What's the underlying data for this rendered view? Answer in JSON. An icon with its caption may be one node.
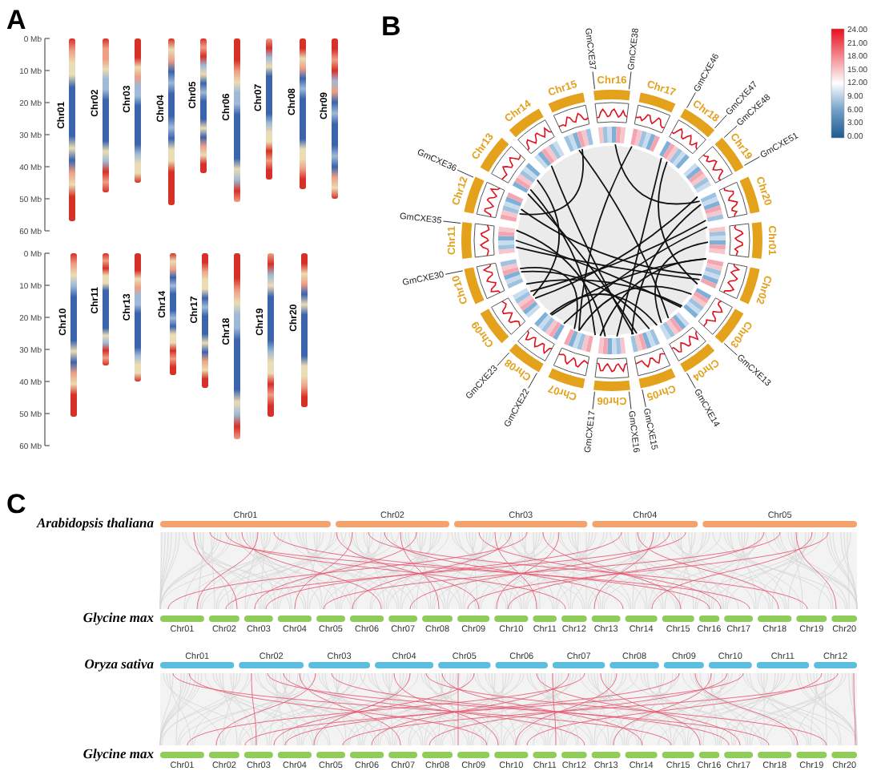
{
  "diagram": {
    "nodes": [
      {
        "text": [
          "Chr01"
        ]
      },
      {
        "text": [
          "Chr02"
        ]
      },
      {
        "text": [
          "Chr03"
        ]
      },
      {
        "text": [
          "Chr04"
        ]
      },
      {
        "text": [
          "Chr05"
        ]
      },
      {
        "text": [
          "Chr06"
        ]
      },
      {
        "text": [
          "Chr07"
        ]
      },
      {
        "text": [
          "Chr08"
        ]
      },
      {
        "text": [
          "Chr09"
        ]
      },
      {
        "text": [
          "Chr10"
        ]
      },
      {
        "text": [
          "Chr11"
        ]
      },
      {
        "text": [
          "Chr13"
        ]
      },
      {
        "text": [
          "Chr14"
        ]
      },
      {
        "text": [
          "Chr17"
        ]
      },
      {
        "text": [
          "Chr18"
        ]
      },
      {
        "text": [
          "Chr19"
        ]
      },
      {
        "text": [
          "Chr20"
        ]
      },
      {
        "text": [
          "Chr01"
        ]
      },
      {
        "text": [
          "Chr02"
        ]
      },
      {
        "text": [
          "Chr03"
        ]
      },
      {
        "text": [
          "Chr04"
        ]
      },
      {
        "text": [
          "Chr05"
        ]
      },
      {
        "text": [
          "Chr06"
        ]
      },
      {
        "text": [
          "Chr07"
        ]
      },
      {
        "text": [
          "Chr08"
        ]
      },
      {
        "text": [
          "Chr09"
        ]
      },
      {
        "text": [
          "Chr10"
        ]
      },
      {
        "text": [
          "Chr11"
        ]
      },
      {
        "text": [
          "Chr12"
        ]
      },
      {
        "text": [
          "Chr13"
        ]
      },
      {
        "text": [
          "Chr14"
        ]
      },
      {
        "text": [
          "Chr15"
        ]
      },
      {
        "text": [
          "Chr16"
        ]
      },
      {
        "text": [
          "Chr17"
        ]
      },
      {
        "text": [
          "Chr18"
        ]
      },
      {
        "text": [
          "Chr19"
        ]
      },
      {
        "text": [
          "Chr20"
        ]
      },
      {
        "text": [
          "GmCXE37"
        ]
      },
      {
        "text": [
          "GmCXE38"
        ]
      },
      {
        "text": [
          "GmCXE46"
        ]
      },
      {
        "text": [
          "GmCXE47"
        ]
      },
      {
        "text": [
          "GmCXE48"
        ]
      },
      {
        "text": [
          "GmCXE51"
        ]
      },
      {
        "text": [
          "GmCXE13"
        ]
      },
      {
        "text": [
          "GmCXE14"
        ]
      },
      {
        "text": [
          "GmCXE15"
        ]
      },
      {
        "text": [
          "GmCXE16"
        ]
      },
      {
        "text": [
          "GmCXE17"
        ]
      },
      {
        "text": [
          "GmCXE22"
        ]
      },
      {
        "text": [
          "GmCXE23"
        ]
      },
      {
        "text": [
          "GmCXE30"
        ]
      },
      {
        "text": [
          "GmCXE35"
        ]
      },
      {
        "text": [
          "GmCXE36"
        ]
      },
      {
        "text": [
          "Chr01"
        ]
      },
      {
        "text": [
          "Chr02"
        ]
      },
      {
        "text": [
          "Chr03"
        ]
      },
      {
        "text": [
          "Chr04"
        ]
      },
      {
        "text": [
          "Chr05"
        ]
      },
      {
        "text": [
          "Chr01"
        ]
      },
      {
        "text": [
          "Chr02"
        ]
      },
      {
        "text": [
          "Chr03"
        ]
      },
      {
        "text": [
          "Chr04"
        ]
      },
      {
        "text": [
          "Chr05"
        ]
      },
      {
        "text": [
          "Chr06"
        ]
      },
      {
        "text": [
          "Chr07"
        ]
      },
      {
        "text": [
          "Chr08"
        ]
      },
      {
        "text": [
          "Chr09"
        ]
      },
      {
        "text": [
          "Chr10"
        ]
      },
      {
        "text": [
          "Chr11"
        ]
      },
      {
        "text": [
          "Chr12"
        ]
      },
      {
        "text": [
          "Chr13"
        ]
      },
      {
        "text": [
          "Chr14"
        ]
      },
      {
        "text": [
          "Chr15"
        ]
      },
      {
        "text": [
          "Chr16"
        ]
      },
      {
        "text": [
          "Chr17"
        ]
      },
      {
        "text": [
          "Chr18"
        ]
      },
      {
        "text": [
          "Chr19"
        ]
      },
      {
        "text": [
          "Chr20"
        ]
      },
      {
        "text": [
          "Chr01"
        ]
      },
      {
        "text": [
          "Chr02"
        ]
      },
      {
        "text": [
          "Chr03"
        ]
      },
      {
        "text": [
          "Chr04"
        ]
      },
      {
        "text": [
          "Chr05"
        ]
      },
      {
        "text": [
          "Chr06"
        ]
      },
      {
        "text": [
          "Chr07"
        ]
      },
      {
        "text": [
          "Chr08"
        ]
      },
      {
        "text": [
          "Chr09"
        ]
      },
      {
        "text": [
          "Chr10"
        ]
      },
      {
        "text": [
          "Chr11"
        ]
      },
      {
        "text": [
          "Chr12"
        ]
      },
      {
        "text": [
          "Chr01"
        ]
      },
      {
        "text": [
          "Chr02"
        ]
      },
      {
        "text": [
          "Chr03"
        ]
      },
      {
        "text": [
          "Chr04"
        ]
      },
      {
        "text": [
          "Chr05"
        ]
      },
      {
        "text": [
          "Chr06"
        ]
      },
      {
        "text": [
          "Chr07"
        ]
      },
      {
        "text": [
          "Chr08"
        ]
      },
      {
        "text": [
          "Chr09"
        ]
      },
      {
        "text": [
          "Chr10"
        ]
      },
      {
        "text": [
          "Chr11"
        ]
      },
      {
        "text": [
          "Chr12"
        ]
      },
      {
        "text": [
          "Chr13"
        ]
      },
      {
        "text": [
          "Chr14"
        ]
      },
      {
        "text": [
          "Chr15"
        ]
      },
      {
        "text": [
          "Chr16"
        ]
      },
      {
        "text": [
          "Chr17"
        ]
      },
      {
        "text": [
          "Chr18"
        ]
      },
      {
        "text": [
          "Chr19"
        ]
      },
      {
        "text": [
          "Chr20"
        ]
      }
    ],
    "edges": [
      {
        "from": 37,
        "to": 32,
        "arrow": "none"
      },
      {
        "from": 38,
        "to": 32,
        "arrow": "none"
      },
      {
        "from": 39,
        "to": 34,
        "arrow": "none"
      },
      {
        "from": 40,
        "to": 34,
        "arrow": "none"
      },
      {
        "from": 41,
        "to": 35,
        "arrow": "none"
      },
      {
        "from": 42,
        "to": 35,
        "arrow": "none"
      },
      {
        "from": 43,
        "to": 19,
        "arrow": "none"
      },
      {
        "from": 44,
        "to": 20,
        "arrow": "none"
      },
      {
        "from": 45,
        "to": 21,
        "arrow": "none"
      },
      {
        "from": 46,
        "to": 22,
        "arrow": "none"
      },
      {
        "from": 47,
        "to": 22,
        "arrow": "none"
      },
      {
        "from": 48,
        "to": 24,
        "arrow": "none"
      },
      {
        "from": 49,
        "to": 24,
        "arrow": "none"
      },
      {
        "from": 50,
        "to": 26,
        "arrow": "none"
      },
      {
        "from": 51,
        "to": 27,
        "arrow": "none"
      },
      {
        "from": 52,
        "to": 28,
        "arrow": "none"
      }
    ],
    "labels": [
      "A",
      "0 Mb",
      "10 Mb",
      "20 Mb",
      "30 Mb",
      "40 Mb",
      "50 Mb",
      "60 Mb",
      "0 Mb",
      "10 Mb",
      "20 Mb",
      "30 Mb",
      "40 Mb",
      "50 Mb",
      "60 Mb",
      "B",
      "24.00",
      "21.00",
      "18.00",
      "15.00",
      "12.00",
      "9.00",
      "6.00",
      "3.00",
      "0.00",
      "C",
      "Arabidopsis thaliana",
      "Glycine max",
      "Oryza sativa",
      "Glycine max"
    ]
  }
}
